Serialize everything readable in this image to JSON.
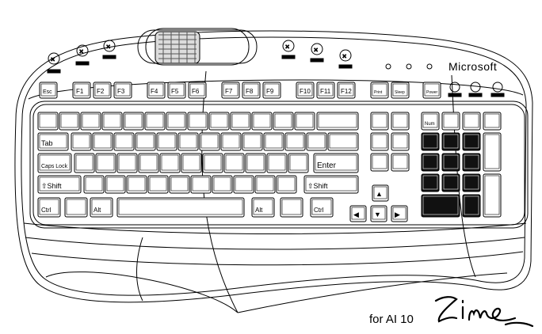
{
  "brand": "Microsoft",
  "caption": "for AI 10",
  "signature": "Zime",
  "keys": {
    "esc": "Esc",
    "f1": "F1",
    "f2": "F2",
    "f3": "F3",
    "f4": "F4",
    "f5": "F5",
    "f6": "F6",
    "f7": "F7",
    "f8": "F8",
    "f9": "F9",
    "f10": "F10",
    "f11": "F11",
    "f12": "F12",
    "print": "Print",
    "sleep": "Sleep",
    "power": "Power",
    "tab": "Tab",
    "caps": "Caps Lock",
    "enter": "Enter",
    "lshift": "Shift",
    "rshift": "Shift",
    "lctrl": "Ctrl",
    "lalt": "Alt",
    "ralt": "Alt",
    "rctrl": "Ctrl",
    "num": "Num"
  }
}
